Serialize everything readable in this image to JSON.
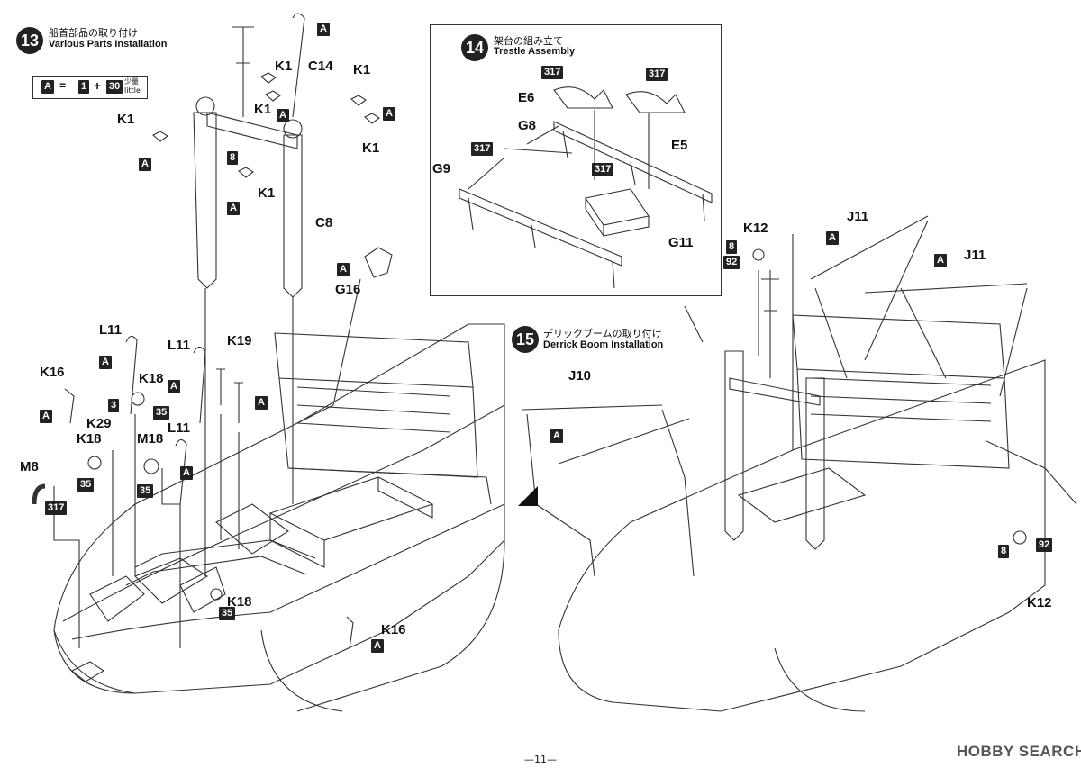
{
  "step13": {
    "number": "13",
    "title_jp": "船首部品の取り付け",
    "title_en": "Various Parts Installation"
  },
  "step14": {
    "number": "14",
    "title_jp": "架台の組み立て",
    "title_en": "Trestle Assembly"
  },
  "step15": {
    "number": "15",
    "title_jp": "デリックブームの取り付け",
    "title_en": "Derrick Boom Installation"
  },
  "paint_mix": {
    "result": "A",
    "eq": "=",
    "c1": "1",
    "plus": "+",
    "c2": "30",
    "small_jp": "少量",
    "small_en": "little"
  },
  "parts13": {
    "K1": "K1",
    "C14": "C14",
    "C8": "C8",
    "G16": "G16",
    "L11": "L11",
    "K19": "K19",
    "K16": "K16",
    "K18": "K18",
    "K29": "K29",
    "M18": "M18",
    "M8": "M8"
  },
  "parts14": {
    "E6": "E6",
    "E5": "E5",
    "G8": "G8",
    "G9": "G9",
    "G11": "G11"
  },
  "parts15": {
    "K12": "K12",
    "J11": "J11",
    "J10": "J10"
  },
  "colors": {
    "A": "A",
    "c3": "3",
    "c8": "8",
    "c35": "35",
    "c92": "92",
    "c317": "317"
  },
  "page_number": "—11—",
  "watermark": "HOBBY SEARCH"
}
